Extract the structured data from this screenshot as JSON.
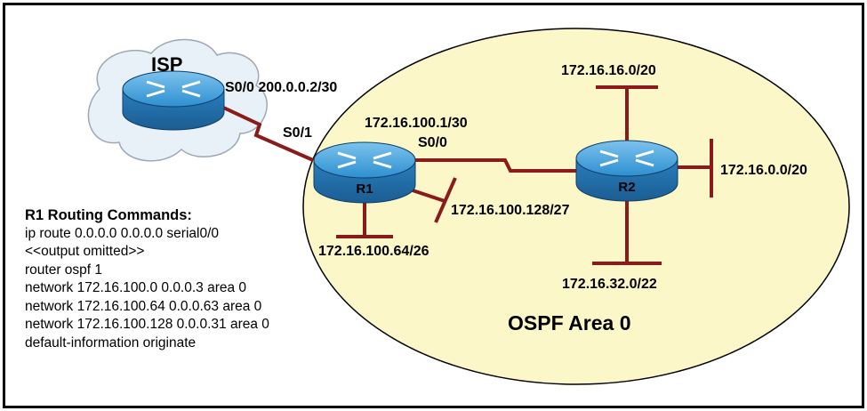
{
  "diagram": {
    "isp_label": "ISP",
    "area_label": "OSPF Area 0",
    "routers": {
      "r1": "R1",
      "r2": "R2"
    },
    "interfaces": {
      "isp_s00": "S0/0 200.0.0.2/30",
      "r1_s01": "S0/1",
      "r1_s00_ip": "172.16.100.1/30",
      "r1_s00": "S0/0"
    },
    "networks": {
      "r1_lan_a": "172.16.100.128/27",
      "r1_lan_b": "172.16.100.64/26",
      "r2_top": "172.16.16.0/20",
      "r2_right": "172.16.0.0/20",
      "r2_bottom": "172.16.32.0/22"
    },
    "colors": {
      "link": "#8b1a1a",
      "area_fill": "#fbf7c8",
      "router_blue": "#2d8fd0",
      "cloud": "#e8f0f8"
    }
  },
  "commands": {
    "title": "R1 Routing Commands:",
    "lines": [
      "ip route 0.0.0.0 0.0.0.0 serial0/0",
      "<<output omitted>>",
      "router ospf 1",
      "network 172.16.100.0 0.0.0.3 area 0",
      "network 172.16.100.64 0.0.0.63 area 0",
      "network 172.16.100.128 0.0.0.31 area 0",
      "default-information originate"
    ]
  }
}
